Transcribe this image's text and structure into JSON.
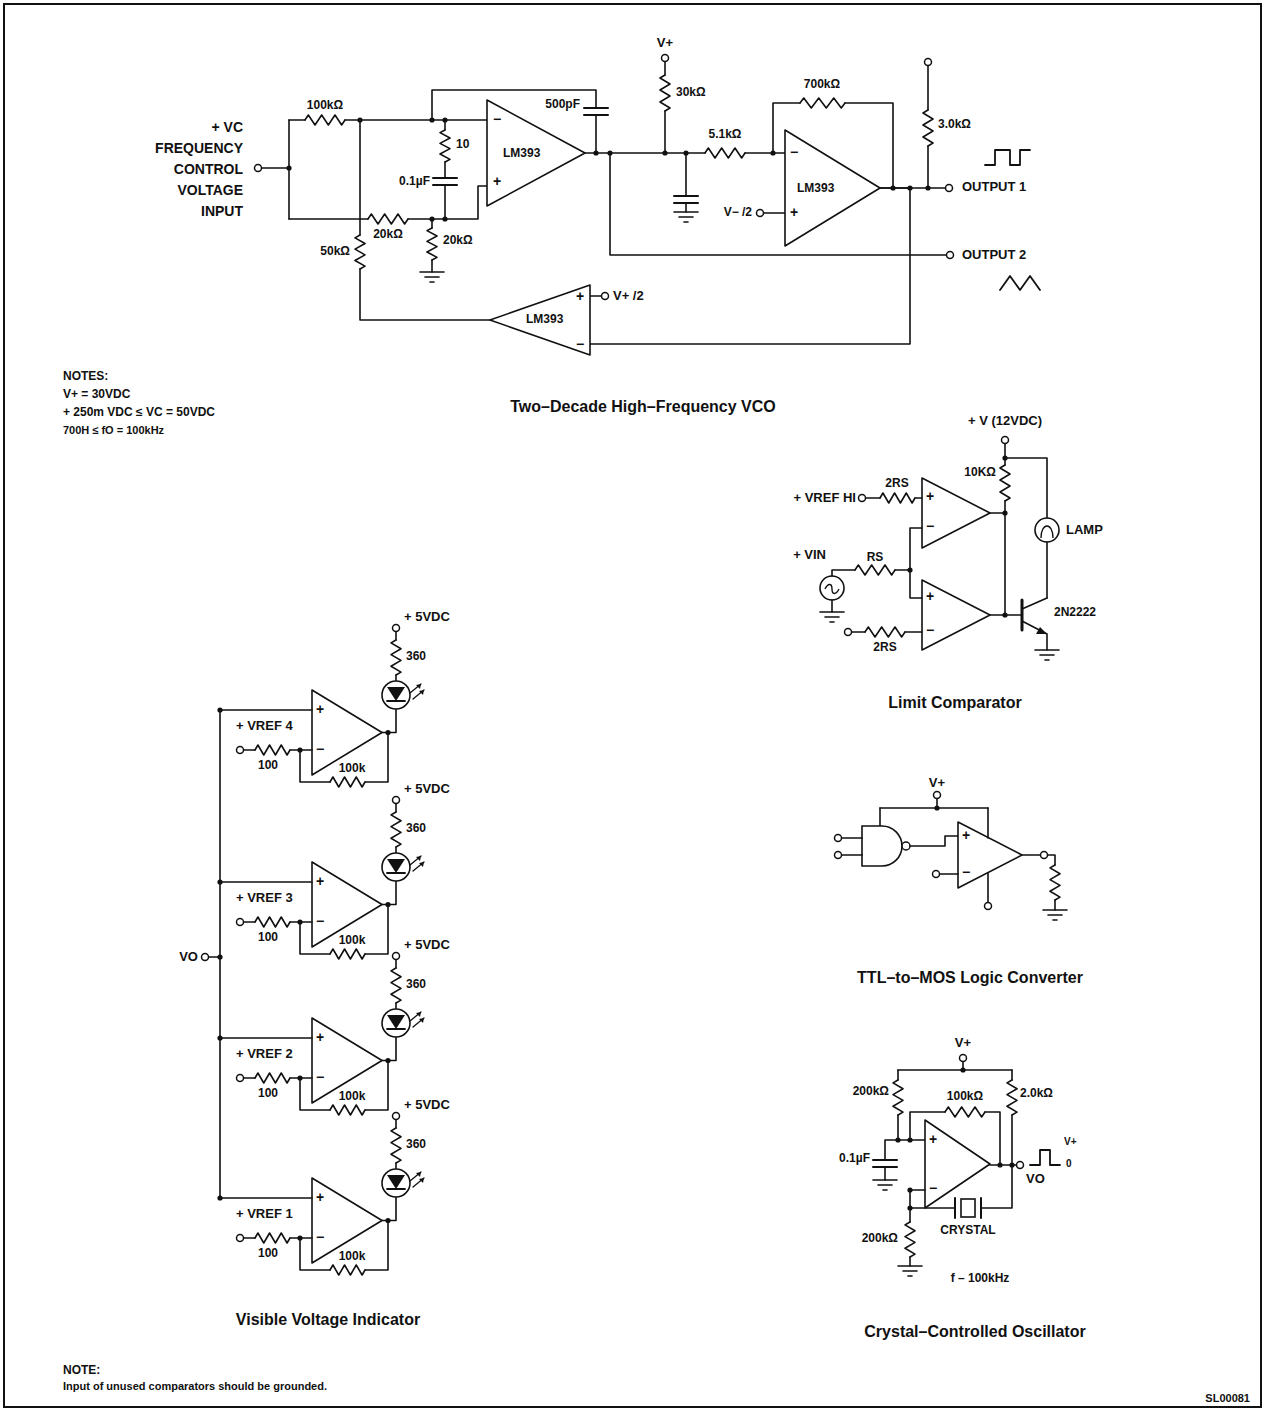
{
  "diagram": {
    "nodes": [
      {
        "text": [
          "LM393",
          "−",
          "+"
        ]
      },
      {
        "text": [
          "LM393",
          "−",
          "+"
        ]
      },
      {
        "text": [
          "LM393",
          "+",
          "−"
        ]
      }
    ],
    "edges": [
      {
        "from": 1,
        "to": 2,
        "arrow": "none"
      }
    ],
    "labels": [
      "100kΩ",
      "+ VC",
      "FREQUENCY",
      "CONTROL",
      "VOLTAGE",
      "INPUT",
      "10",
      "0.1µF",
      "500pF",
      "20kΩ",
      "20kΩ",
      "50kΩ",
      "V+",
      "30kΩ",
      "700kΩ",
      "5.1kΩ",
      "V− /2",
      "3.0kΩ",
      "OUTPUT 1",
      "OUTPUT 2",
      "V+ /2",
      "NOTES:",
      "V+ = 30VDC",
      "+ 250m VDC ≤ VC = 50VDC",
      "700H ≤ fO = 100kHz",
      "Two–Decade High–Frequency VCO",
      "+ V (12VDC)",
      "+ VREF HI",
      "2RS",
      "10KΩ",
      "LAMP",
      "+ VIN",
      "RS",
      "2N2222",
      "2RS",
      "Limit Comparator",
      "+ 5VDC",
      "360",
      "+ VREF 4",
      "100",
      "100k",
      "+ 5VDC",
      "360",
      "+ VREF 3",
      "100",
      "100k",
      "+ 5VDC",
      "360",
      "+ VREF 2",
      "100",
      "100k",
      "+ 5VDC",
      "360",
      "+ VREF 1",
      "100",
      "100k",
      "VO",
      "Visible Voltage Indicator",
      "V+",
      "TTL–to–MOS Logic Converter",
      "V+",
      "200kΩ",
      "100kΩ",
      "2.0kΩ",
      "0.1µF",
      "VO",
      "V+",
      "0",
      "200kΩ",
      "CRYSTAL",
      "f – 100kHz",
      "Crystal–Controlled Oscillator",
      "NOTE:",
      "Input of unused comparators should be grounded.",
      "SL00081",
      "+",
      "−",
      "+",
      "−",
      "+",
      "−",
      "+",
      "−",
      "+",
      "−",
      "+",
      "−",
      "+",
      "−",
      "+",
      "−"
    ]
  }
}
